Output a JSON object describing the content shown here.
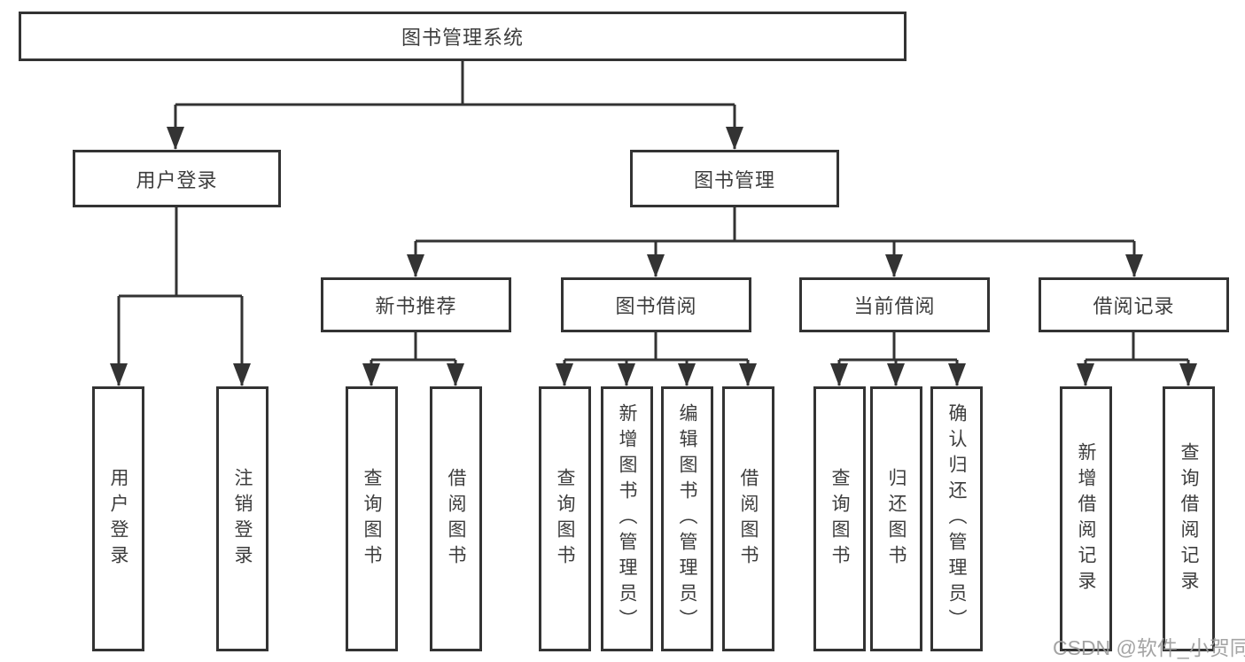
{
  "root": {
    "label": "图书管理系统"
  },
  "level2": {
    "user_login": {
      "label": "用户登录"
    },
    "book_mgmt": {
      "label": "图书管理"
    }
  },
  "level3": {
    "new_book_rec": {
      "label": "新书推荐"
    },
    "book_borrow": {
      "label": "图书借阅"
    },
    "current_borrow": {
      "label": "当前借阅"
    },
    "borrow_records": {
      "label": "借阅记录"
    }
  },
  "leaves": {
    "user_login": {
      "label": "用户登录"
    },
    "logout": {
      "label": "注销登录"
    },
    "rec_query_books": {
      "label": "查询图书"
    },
    "rec_borrow_books": {
      "label": "借阅图书"
    },
    "borrow_query_books": {
      "label": "查询图书"
    },
    "borrow_add_books": {
      "label": "新增图书（管理员）"
    },
    "borrow_edit_books": {
      "label": "编辑图书（管理员）"
    },
    "borrow_borrow_books": {
      "label": "借阅图书"
    },
    "current_query_books": {
      "label": "查询图书"
    },
    "current_return_books": {
      "label": "归还图书"
    },
    "current_confirm_return": {
      "label": "确认归还（管理员）"
    },
    "records_add_record": {
      "label": "新增借阅记录"
    },
    "records_query_record": {
      "label": "查询借阅记录"
    }
  },
  "watermark": {
    "text": "CSDN @软件_小贺同学"
  },
  "colors": {
    "line": "#333333",
    "text": "#3d3d3d",
    "watermark": "#9b9b9b",
    "background": "#ffffff"
  }
}
